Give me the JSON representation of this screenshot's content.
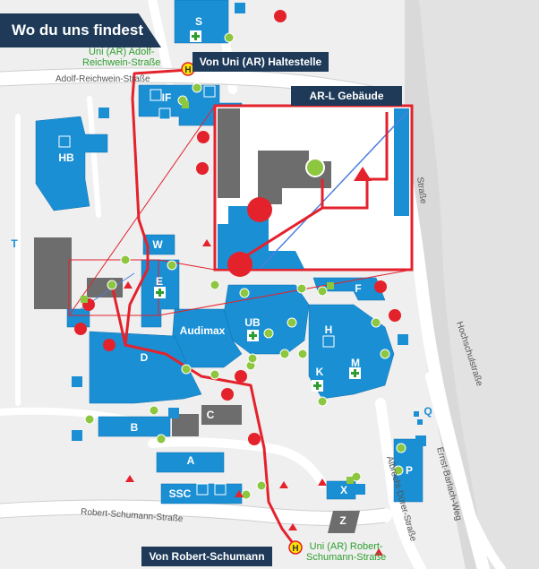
{
  "header": {
    "title": "Wo du uns findest"
  },
  "labels": {
    "from_uni_stop": "Von Uni (AR) Haltestelle",
    "ar_l_building": "AR-L Gebäude",
    "from_robert_schumann": "Von Robert-Schumann"
  },
  "stops": {
    "adolf_line1": "Uni (AR) Adolf-",
    "adolf_line2": "Reichwein-Straße",
    "schumann_line1": "Uni (AR) Robert-",
    "schumann_line2": "Schumann-Straße",
    "stop_symbol": "H"
  },
  "streets": {
    "adolf": "Adolf-Reichwein-Straße",
    "robert": "Robert-Schumann-Straße",
    "hochschul": "Hochschulstraße",
    "ernst": "Ernst-Barlach-Weg",
    "albrecht": "Albrecht-Dürer-Straße",
    "strasse_partial": "Straße"
  },
  "buildings": {
    "S": "S",
    "IF": "IF",
    "HB": "HB",
    "T": "T",
    "W": "W",
    "E": "E",
    "F": "F",
    "UB": "UB",
    "Audimax": "Audimax",
    "H": "H",
    "M": "M",
    "K": "K",
    "D": "D",
    "B": "B",
    "C": "C",
    "A": "A",
    "SSC": "SSC",
    "Q": "Q",
    "P": "P",
    "X": "X",
    "Z": "Z"
  },
  "colors": {
    "building": "#1a8fd4",
    "highlight": "#e3222c",
    "navy": "#1e3a58",
    "green": "#8dc63f",
    "grey": "#6d6d6d",
    "road": "#ffffff",
    "background": "#f0f0f0"
  }
}
